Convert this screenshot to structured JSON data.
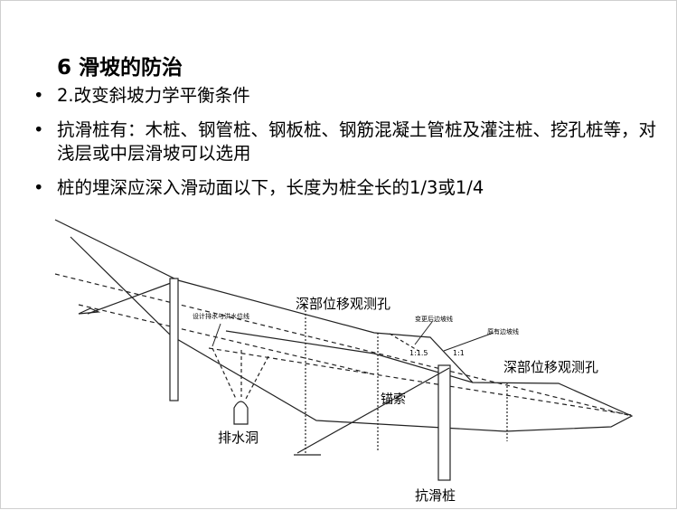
{
  "title": "6 滑坡的防治",
  "bullets": [
    "2.改变斜坡力学平衡条件",
    "抗滑桩有：木桩、钢管桩、钢板桩、钢筋混凝土管桩及灌注桩、挖孔桩等，对浅层或中层滑坡可以选用",
    "桩的埋深应深入滑动面以下，长度为桩全长的1/3或1/4"
  ],
  "diagram": {
    "labels": {
      "observation_hole_1": "深部位移观测孔",
      "observation_hole_2": "深部位移观测孔",
      "drain_tunnel": "排水洞",
      "anchor_cable": "锚索",
      "anti_slide_pile": "抗滑桩",
      "design_water_level": "设计排水与洪水位线",
      "changed_slope": "变更后边坡线",
      "original_slope": "原有边坡线",
      "ratio_1": "1:1.5",
      "ratio_2": "1:1"
    }
  }
}
